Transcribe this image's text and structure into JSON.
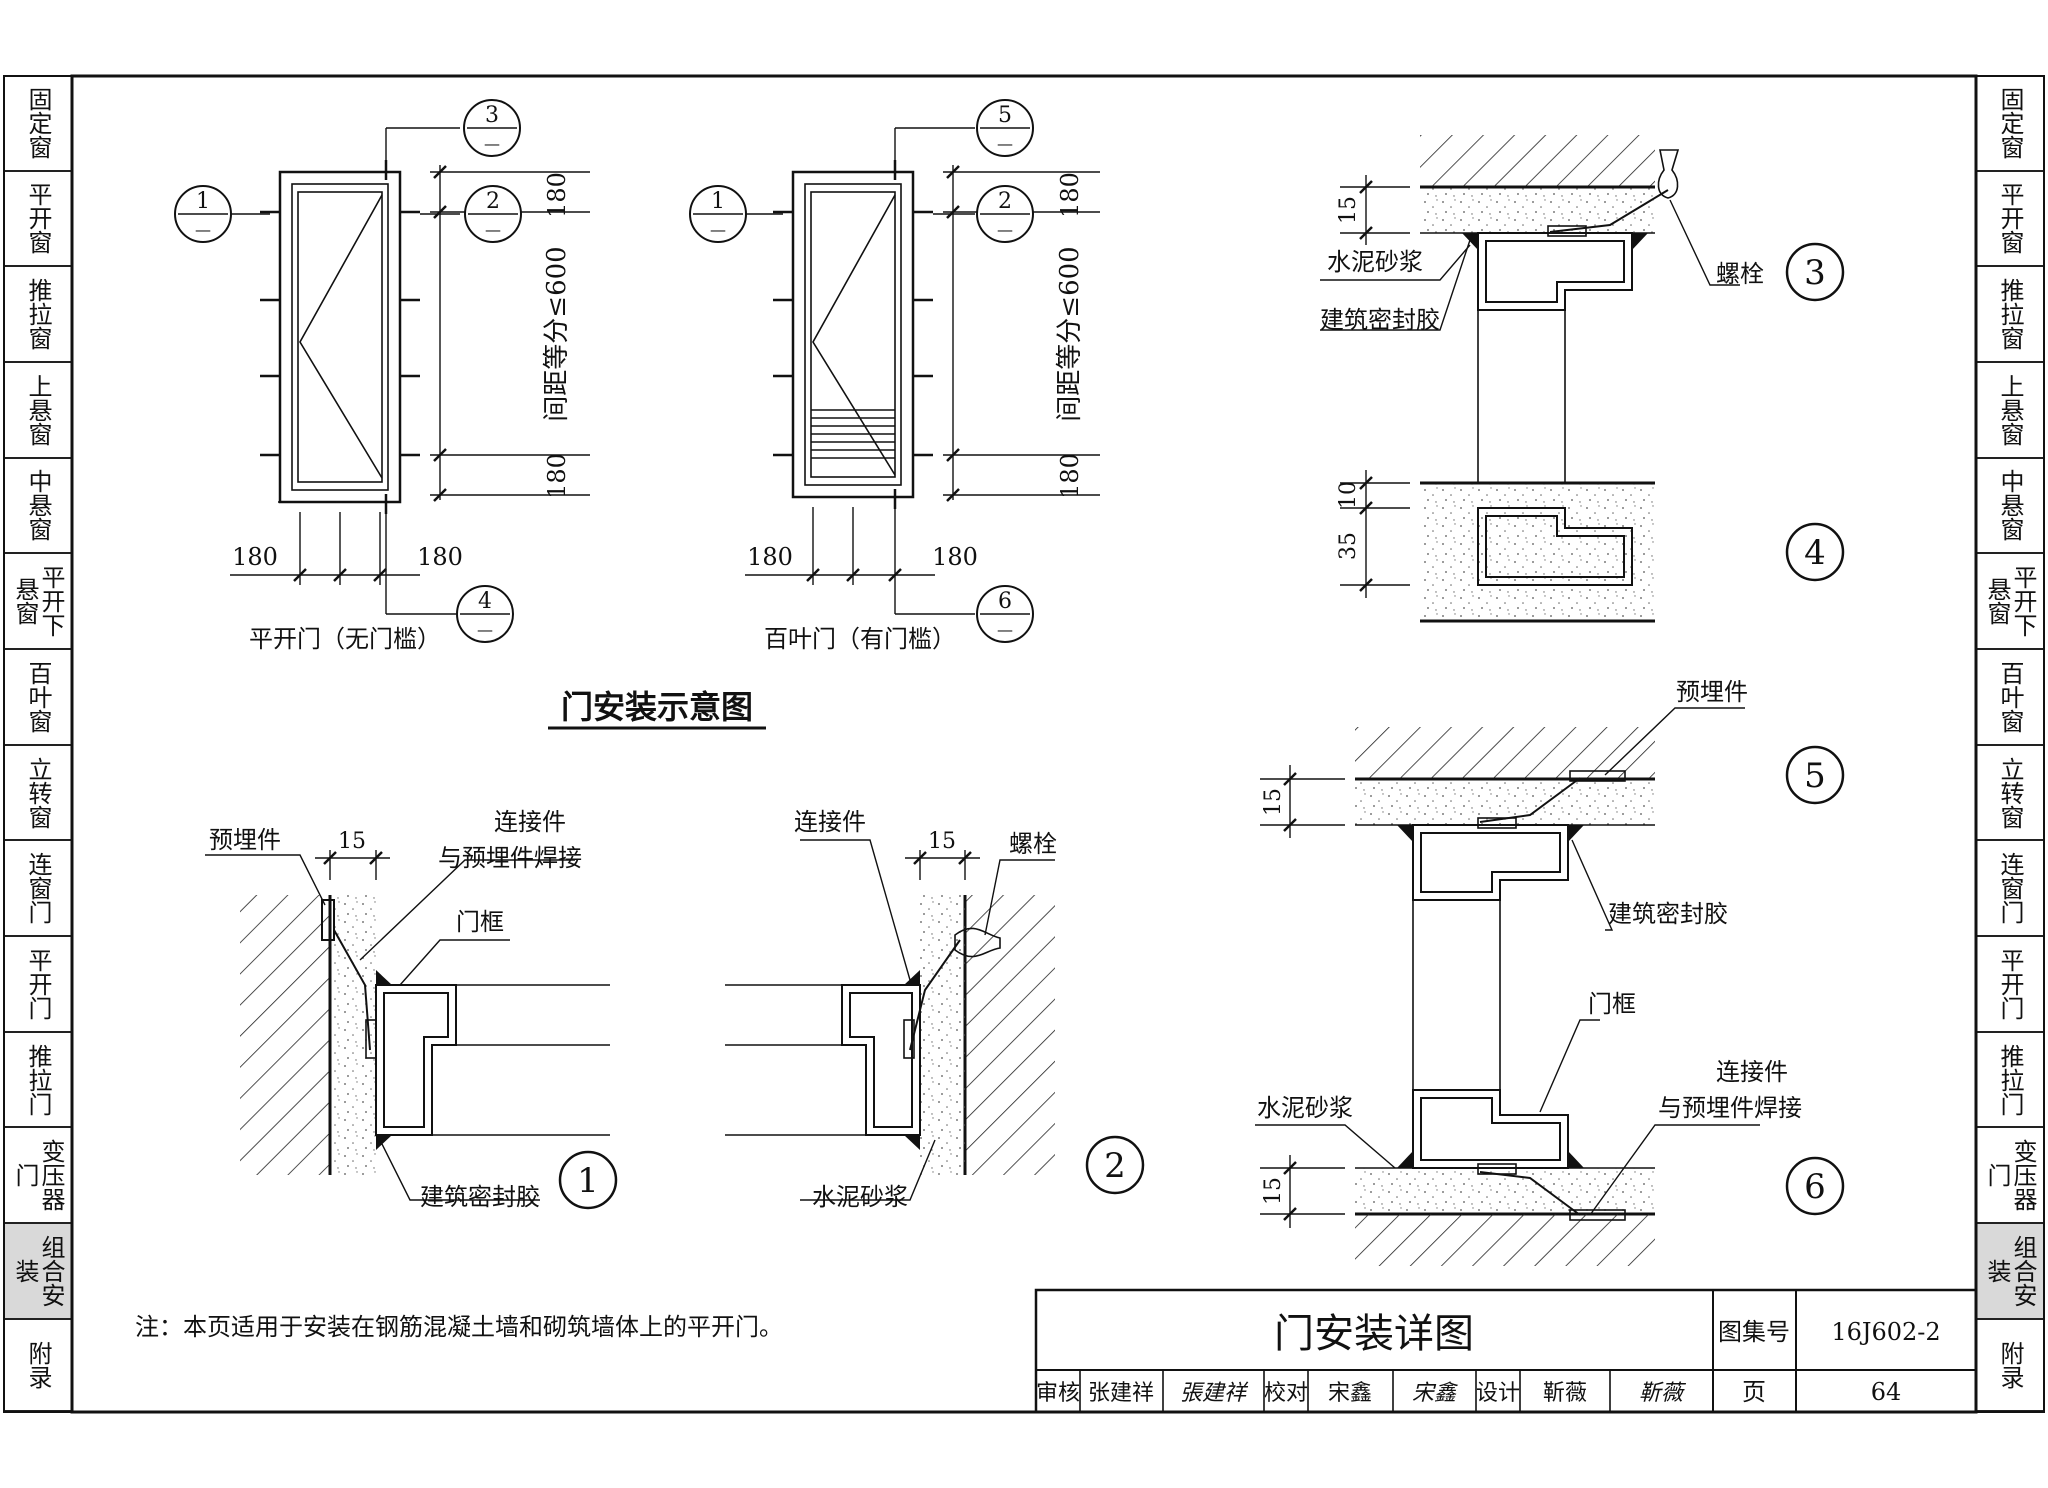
{
  "side_tabs": [
    {
      "label": "固定窗",
      "active": false
    },
    {
      "label": "平开窗",
      "active": false
    },
    {
      "label": "推拉窗",
      "active": false
    },
    {
      "label": "上悬窗",
      "active": false
    },
    {
      "label": "中悬窗",
      "active": false
    },
    {
      "label": "平开下悬窗",
      "active": false
    },
    {
      "label": "百叶窗",
      "active": false
    },
    {
      "label": "立转窗",
      "active": false
    },
    {
      "label": "连窗门",
      "active": false
    },
    {
      "label": "平开门",
      "active": false
    },
    {
      "label": "推拉门",
      "active": false
    },
    {
      "label": "变压器门",
      "active": false
    },
    {
      "label": "组合安装",
      "active": true
    },
    {
      "label": "附录",
      "active": false
    }
  ],
  "schematic": {
    "title": "门安装示意图",
    "door_left": {
      "caption": "平开门（无门槛）",
      "dim_edge_top": "180",
      "dim_edge_bottom": "180",
      "dim_spacing": "间距等分≤600",
      "dim_side_left": "180",
      "dim_side_right": "180",
      "callouts": [
        {
          "num": "1",
          "sub": "—"
        },
        {
          "num": "2",
          "sub": "—"
        },
        {
          "num": "3",
          "sub": "—"
        },
        {
          "num": "4",
          "sub": "—"
        }
      ]
    },
    "door_right": {
      "caption": "百叶门（有门槛）",
      "dim_edge_top": "180",
      "dim_edge_bottom": "180",
      "dim_spacing": "间距等分≤600",
      "dim_side_left": "180",
      "dim_side_right": "180",
      "callouts": [
        {
          "num": "1",
          "sub": "—"
        },
        {
          "num": "2",
          "sub": "—"
        },
        {
          "num": "5",
          "sub": "—"
        },
        {
          "num": "6",
          "sub": "—"
        }
      ]
    }
  },
  "details": {
    "d1": {
      "num": "1",
      "dim": "15",
      "label_embedded": "预埋件",
      "label_connector_1": "连接件",
      "label_connector_2": "与预埋件焊接",
      "label_frame": "门框",
      "label_sealant": "建筑密封胶"
    },
    "d2": {
      "num": "2",
      "dim": "15",
      "label_connector": "连接件",
      "label_bolt": "螺栓",
      "label_mortar": "水泥砂浆"
    },
    "d3": {
      "num": "3",
      "dim": "15",
      "label_mortar": "水泥砂浆",
      "label_sealant": "建筑密封胶",
      "label_bolt": "螺栓"
    },
    "d4": {
      "num": "4",
      "dim_a": "10",
      "dim_b": "35"
    },
    "d5": {
      "num": "5",
      "dim": "15",
      "label_embedded": "预埋件",
      "label_sealant": "建筑密封胶"
    },
    "d6": {
      "num": "6",
      "dim": "15",
      "label_frame": "门框",
      "label_connector_1": "连接件",
      "label_connector_2": "与预埋件焊接",
      "label_mortar": "水泥砂浆"
    }
  },
  "note": "注：本页适用于安装在钢筋混凝土墙和砌筑墙体上的平开门。",
  "title_block": {
    "title": "门安装详图",
    "atlas_label": "图集号",
    "atlas_value": "16J602-2",
    "page_label": "页",
    "page_value": "64",
    "review_label": "审核",
    "review_name": "张建祥",
    "review_sign": "張建祥",
    "check_label": "校对",
    "check_name": "宋鑫",
    "check_sign": "宋鑫",
    "design_label": "设计",
    "design_name": "靳薇",
    "design_sign": "靳薇"
  }
}
